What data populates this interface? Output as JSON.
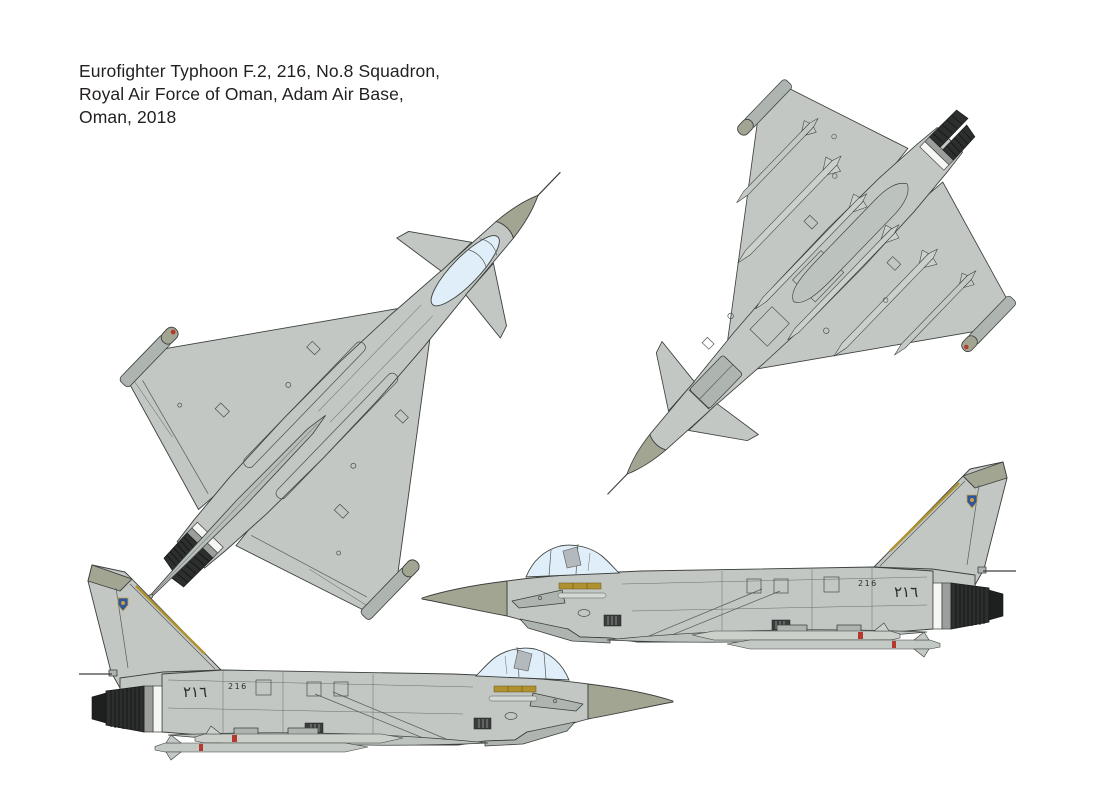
{
  "caption": {
    "line1": "Eurofighter Typhoon F.2, 216, No.8 Squadron,",
    "line2": "Royal Air Force of Oman, Adam Air Base,",
    "line3": "Oman, 2018"
  },
  "markings": {
    "tail_number_western": "216",
    "tail_number_arabic": "٢١٦"
  },
  "colors": {
    "background": "#ffffff",
    "text_color": "#231f20",
    "airframe_grey": "#c2c7c3",
    "panel_grey": "#aeb4af",
    "radome_olive": "#a3a593",
    "canopy_blue": "#dfeef8",
    "nozzle_dark": "#2d2f2f",
    "band_white": "#f6f6f4",
    "collar_grey": "#9b9e9b",
    "gold_stripe": "#b09130",
    "badge_blue": "#2f55a0",
    "badge_gold": "#c9a33b",
    "accent_red": "#b5392c",
    "outline": "#3c403d"
  }
}
